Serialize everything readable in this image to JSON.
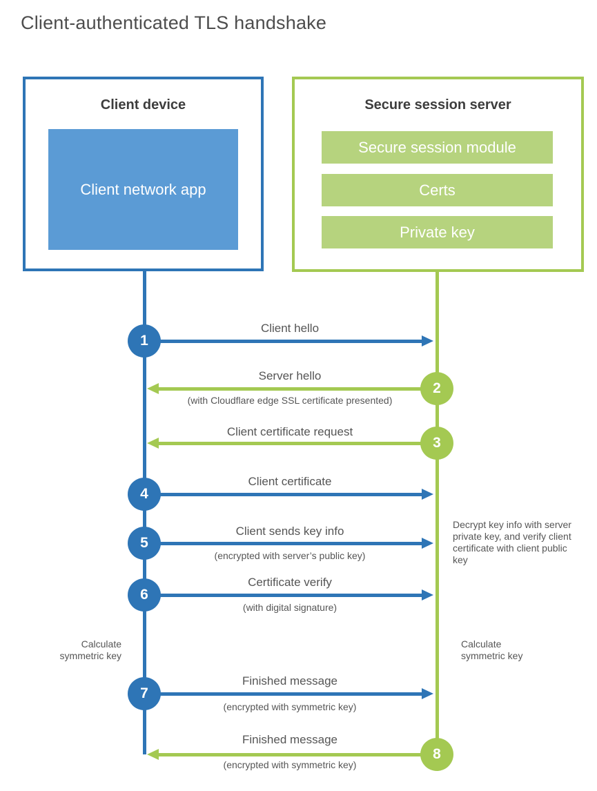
{
  "title": "Client-authenticated TLS handshake",
  "colors": {
    "blue_main": "#2e75b6",
    "blue_light": "#5b9bd5",
    "green_main": "#a4c952",
    "green_light": "#b6d37e",
    "text_dark": "#3d3d3d",
    "text_gray": "#555555"
  },
  "client_box": {
    "title": "Client device",
    "app_label": "Client network app"
  },
  "server_box": {
    "title": "Secure session server",
    "modules": [
      "Secure session module",
      "Certs",
      "Private key"
    ]
  },
  "steps": [
    {
      "num": "1",
      "label": "Client hello",
      "sub": "",
      "direction": "right",
      "actor": "client"
    },
    {
      "num": "2",
      "label": "Server hello",
      "sub": "(with Cloudflare edge SSL certificate presented)",
      "direction": "left",
      "actor": "server"
    },
    {
      "num": "3",
      "label": "Client certificate request",
      "sub": "",
      "direction": "left",
      "actor": "server"
    },
    {
      "num": "4",
      "label": "Client certificate",
      "sub": "",
      "direction": "right",
      "actor": "client"
    },
    {
      "num": "5",
      "label": "Client sends key info",
      "sub": "(encrypted with server’s public key)",
      "direction": "right",
      "actor": "client"
    },
    {
      "num": "6",
      "label": "Certificate verify",
      "sub": "(with digital signature)",
      "direction": "right",
      "actor": "client"
    },
    {
      "num": "7",
      "label": "Finished message",
      "sub": "(encrypted with symmetric key)",
      "direction": "right",
      "actor": "client"
    },
    {
      "num": "8",
      "label": "Finished message",
      "sub": "(encrypted with symmetric key)",
      "direction": "left",
      "actor": "server"
    }
  ],
  "annotations": {
    "decrypt_note": "Decrypt key info with server private key, and verify client certificate with client public key",
    "calc_left": "Calculate\nsymmetric key",
    "calc_right": "Calculate\nsymmetric key"
  }
}
